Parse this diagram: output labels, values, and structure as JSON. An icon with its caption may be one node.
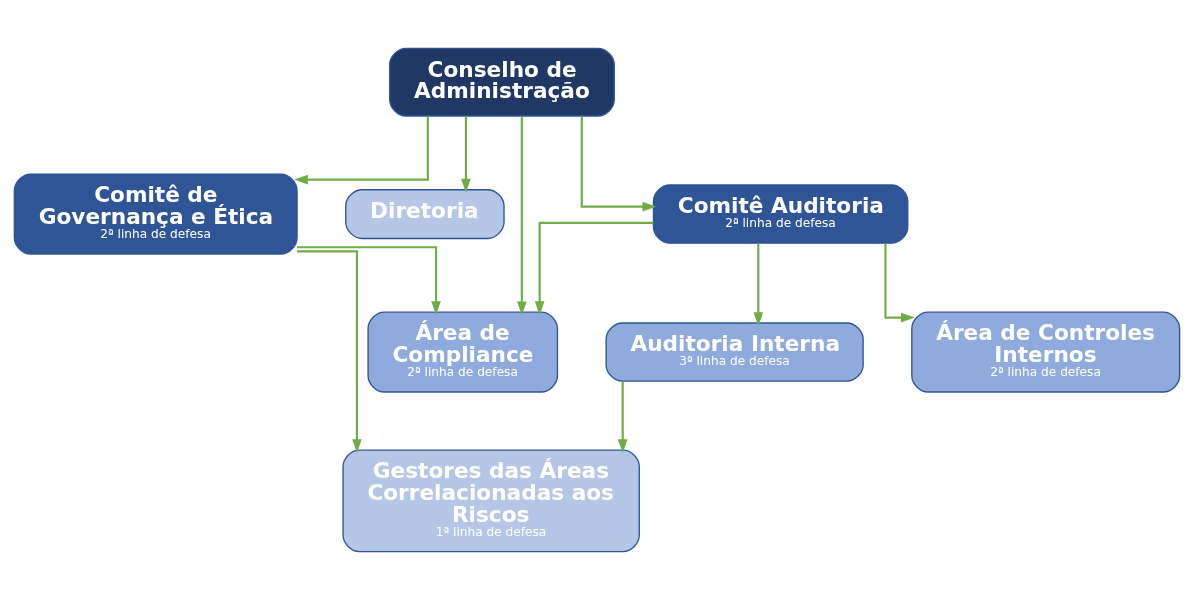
{
  "diagram": {
    "nodes": [
      {
        "text": [
          "Conselho de Administração"
        ]
      },
      {
        "text": [
          "Comitê de Governança e Ética",
          "2ª linha de defesa"
        ]
      },
      {
        "text": [
          "Diretoria"
        ]
      },
      {
        "text": [
          "Comitê Auditoria",
          "2ª linha de defesa"
        ]
      },
      {
        "text": [
          "Área de Compliance",
          "2ª linha de defesa"
        ]
      },
      {
        "text": [
          "Auditoria Interna",
          "3ª linha de defesa"
        ]
      },
      {
        "text": [
          "Área de Controles Internos",
          "2ª linha de defesa"
        ]
      },
      {
        "text": [
          "Gestores das Áreas Correlacionadas aos Riscos",
          "1ª linha de defesa"
        ]
      }
    ],
    "edges": [
      {
        "from": 0,
        "to": 1,
        "arrow": "to"
      },
      {
        "from": 0,
        "to": 2,
        "arrow": "to"
      },
      {
        "from": 0,
        "to": 3,
        "arrow": "to"
      },
      {
        "from": 0,
        "to": 4,
        "arrow": "to"
      },
      {
        "from": 1,
        "to": 4,
        "arrow": "to"
      },
      {
        "from": 1,
        "to": 7,
        "arrow": "to"
      },
      {
        "from": 3,
        "to": 4,
        "arrow": "to"
      },
      {
        "from": 3,
        "to": 5,
        "arrow": "to"
      },
      {
        "from": 3,
        "to": 6,
        "arrow": "to"
      },
      {
        "from": 5,
        "to": 7,
        "arrow": "to"
      }
    ]
  }
}
